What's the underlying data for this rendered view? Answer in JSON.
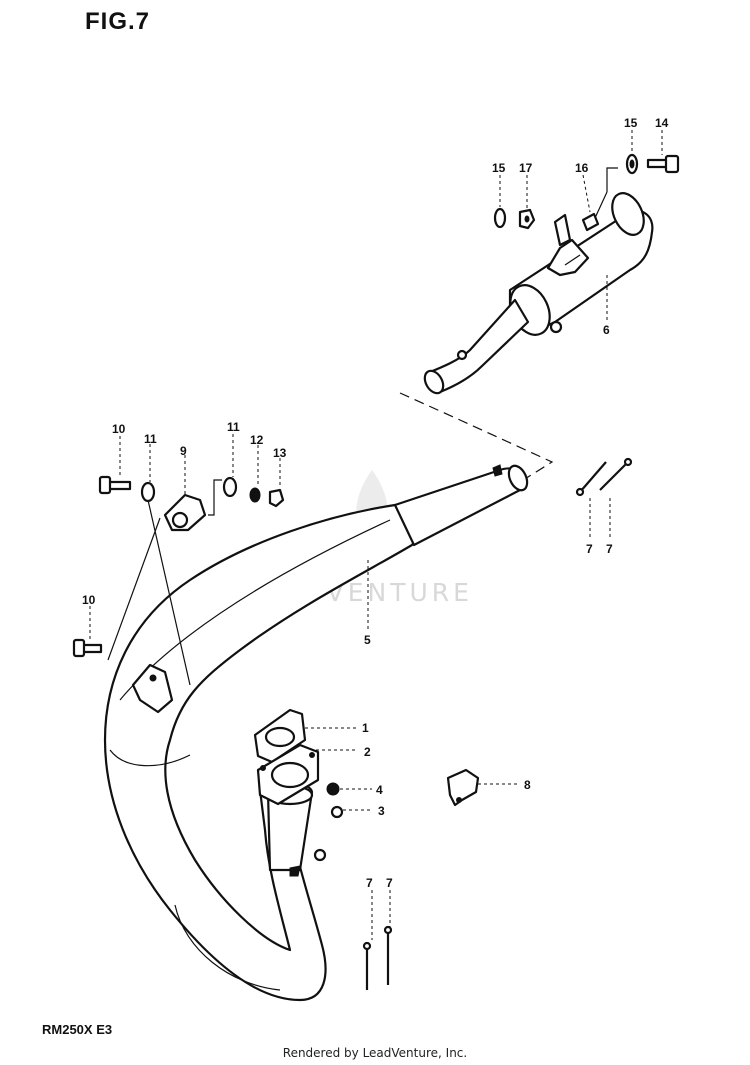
{
  "figure_title": "FIG.7",
  "model_code": "RM250X  E3",
  "credit": "Rendered by LeadVenture, Inc.",
  "watermark": "LEADVENTURE",
  "callouts": [
    "1",
    "2",
    "3",
    "4",
    "5",
    "6",
    "7",
    "7",
    "7",
    "7",
    "8",
    "9",
    "10",
    "10",
    "11",
    "11",
    "12",
    "13",
    "14",
    "15",
    "15",
    "16",
    "17"
  ]
}
